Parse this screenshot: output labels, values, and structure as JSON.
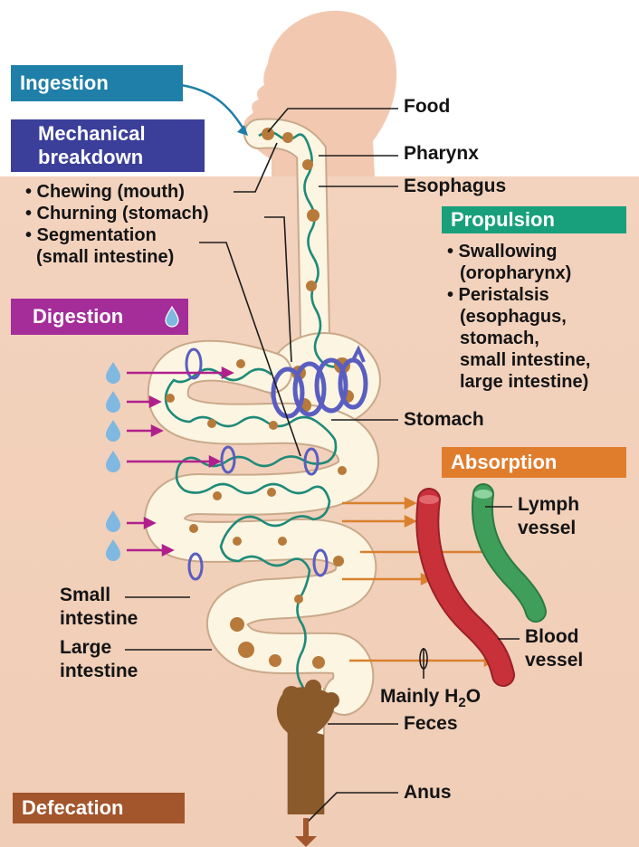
{
  "colors": {
    "skin": "#f2c9b0",
    "body_bg": "#f4d6c4",
    "tract_fill": "#fbf5e2",
    "tract_outline": "#c9a98a",
    "mucosa_line": "#1f8a78",
    "food": "#b87a3a",
    "feces": "#8b5a2b",
    "arrow_magenta": "#b0208c",
    "arrow_orange": "#d9802e",
    "blood_vessel": "#c8313a",
    "lymph_vessel": "#3f9f5a",
    "churn_blue": "#5a5ec0",
    "drop_blue": "#7fb8e0"
  },
  "processes": {
    "ingestion": {
      "label": "Ingestion",
      "color": "#1f7fa8"
    },
    "mechanical": {
      "line1": "Mechanical",
      "line2": "breakdown",
      "color": "#3b3f99"
    },
    "digestion": {
      "label": "Digestion",
      "icon": "water-drop-icon",
      "color": "#a42d9a"
    },
    "propulsion": {
      "label": "Propulsion",
      "color": "#18a07c"
    },
    "absorption": {
      "label": "Absorption",
      "color": "#e07d2d"
    },
    "defecation": {
      "label": "Defecation",
      "color": "#a3552c"
    }
  },
  "mechanical_items": [
    "• Chewing (mouth)",
    "• Churning (stomach)",
    "• Segmentation",
    "(small intestine)"
  ],
  "propulsion_items": [
    "• Swallowing",
    "(oropharynx)",
    "• Peristalsis",
    "(esophagus,",
    "stomach,",
    "small intestine,",
    "large intestine)"
  ],
  "labels": {
    "food": "Food",
    "pharynx": "Pharynx",
    "esophagus": "Esophagus",
    "stomach": "Stomach",
    "lymph_1": "Lymph",
    "lymph_2": "vessel",
    "small_1": "Small",
    "small_2": "intestine",
    "large_1": "Large",
    "large_2": "intestine",
    "blood_1": "Blood",
    "blood_2": "vessel",
    "mainly": "Mainly H",
    "mainly_sub": "2",
    "mainly_tail": "O",
    "feces": "Feces",
    "anus": "Anus"
  }
}
